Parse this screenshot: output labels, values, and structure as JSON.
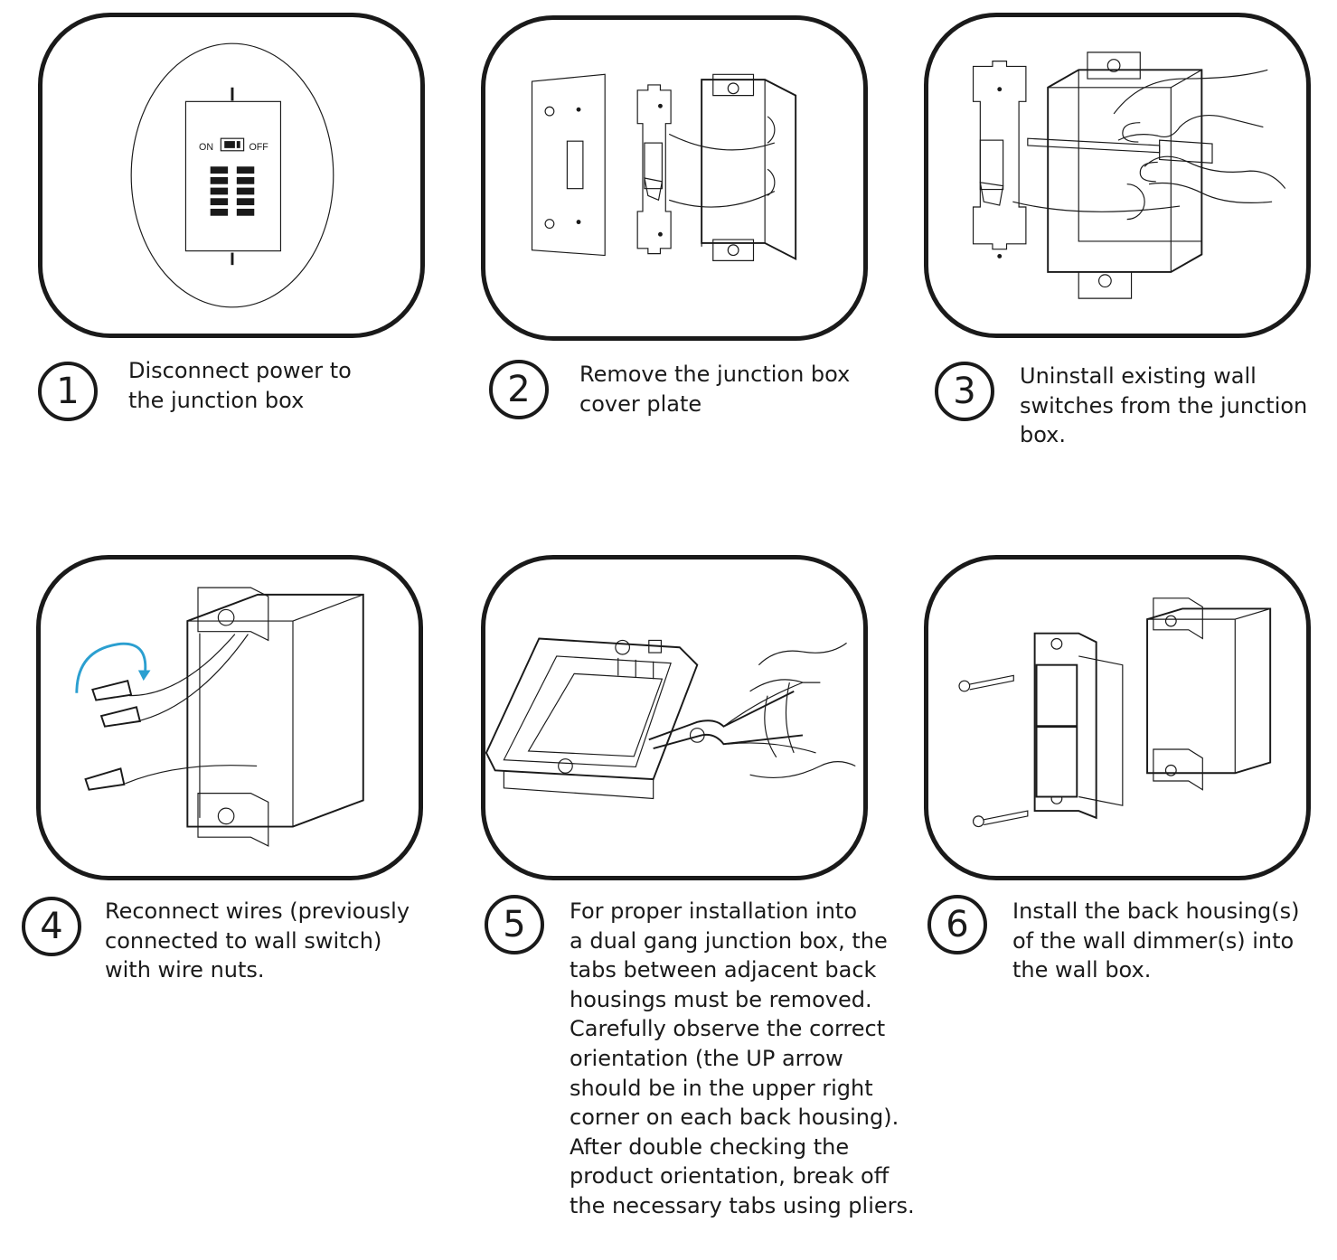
{
  "steps": [
    {
      "number": "1",
      "text": "Disconnect power to\nthe junction box"
    },
    {
      "number": "2",
      "text": "Remove the junction box\ncover plate"
    },
    {
      "number": "3",
      "text": "Uninstall existing wall\nswitches from the junction\nbox."
    },
    {
      "number": "4",
      "text": "Reconnect wires (previously\nconnected to wall switch)\nwith wire nuts."
    },
    {
      "number": "5",
      "text": "For proper installation into\na dual gang junction box, the\ntabs between adjacent back\nhousings must be removed.\nCarefully observe the correct\norientation (the UP arrow\nshould be in the upper right\ncorner on each back housing).\nAfter double checking the\nproduct orientation, break off\nthe necessary tabs using pliers."
    },
    {
      "number": "6",
      "text": "Install the back housing(s)\nof the wall dimmer(s) into\nthe wall box."
    }
  ],
  "breaker_panel": {
    "on_label": "ON",
    "off_label": "OFF"
  },
  "colors": {
    "stroke": "#1a1a1a",
    "arrow": "#2b9fd0"
  },
  "icons": [
    "breaker-panel",
    "cover-plate",
    "toggle-switch",
    "junction-box",
    "screwdriver",
    "hand",
    "wire-nut",
    "rotate-arrow",
    "back-housing",
    "pliers",
    "screw",
    "dimmer"
  ]
}
